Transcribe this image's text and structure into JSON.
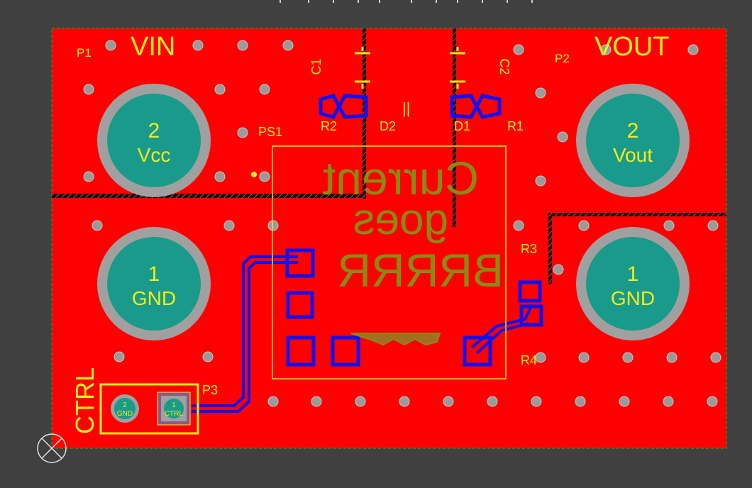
{
  "colors": {
    "background": "#404040",
    "copper_top": "#ff0000",
    "copper_bottom": "#1111ee",
    "silkscreen": "#f2ee1a",
    "silkscreen_bottom": "#8a8a12",
    "pad_ring": "#a0a0a0",
    "pad_hole": "#1a9a8a",
    "board_outline": "#2a8a2a"
  },
  "connectors": {
    "vin": {
      "title": "VIN",
      "designator": "P1"
    },
    "vout": {
      "title": "VOUT",
      "designator": "P2"
    },
    "ctrl": {
      "title": "CTRL",
      "designator": "P3"
    }
  },
  "pads": {
    "vcc": {
      "num": "2",
      "net": "Vcc"
    },
    "gnd_left": {
      "num": "1",
      "net": "GND"
    },
    "vout": {
      "num": "2",
      "net": "Vout"
    },
    "gnd_right": {
      "num": "1",
      "net": "GND"
    },
    "ctrl_gnd": {
      "num": "2",
      "net": "GND"
    },
    "ctrl_ctrl": {
      "num": "1",
      "net": "CTRL"
    }
  },
  "designators": {
    "ps1": "PS1",
    "r2": "R2",
    "d2": "D2",
    "d1": "D1",
    "r1": "R1",
    "r3": "R3",
    "r4": "R4",
    "c1": "C1",
    "c2": "C2",
    "pol": "||"
  },
  "bottom_text": {
    "line1": "Current",
    "line2": "goes",
    "line3": "BRRRR"
  }
}
